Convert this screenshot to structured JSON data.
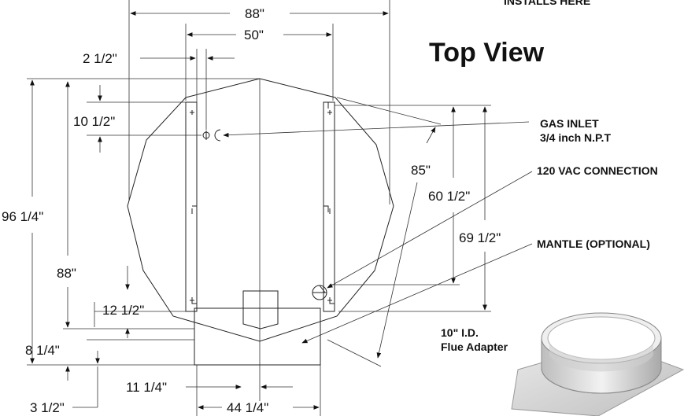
{
  "header_partial": "INSTALLS HERE",
  "title": "Top View",
  "dimensions": {
    "d88_top": "88\"",
    "d50": "50\"",
    "d2_5": "2 1/2\"",
    "d10_5": "10 1/2\"",
    "d85": "85\"",
    "d60_5": "60 1/2\"",
    "d69_5": "69 1/2\"",
    "d96_25": "96 1/4\"",
    "d88_left": "88\"",
    "d12_5": "12 1/2\"",
    "d8_25": "8 1/4\"",
    "d3_5": "3 1/2\"",
    "d11_25": "11 1/4\"",
    "d44_25": "44 1/4\""
  },
  "callouts": {
    "gas_inlet_line1": "GAS INLET",
    "gas_inlet_line2": "3/4 inch N.P.T",
    "vac": "120 VAC CONNECTION",
    "mantle": "MANTLE (OPTIONAL)",
    "flue_line1": "10\" I.D.",
    "flue_line2": "Flue Adapter"
  }
}
